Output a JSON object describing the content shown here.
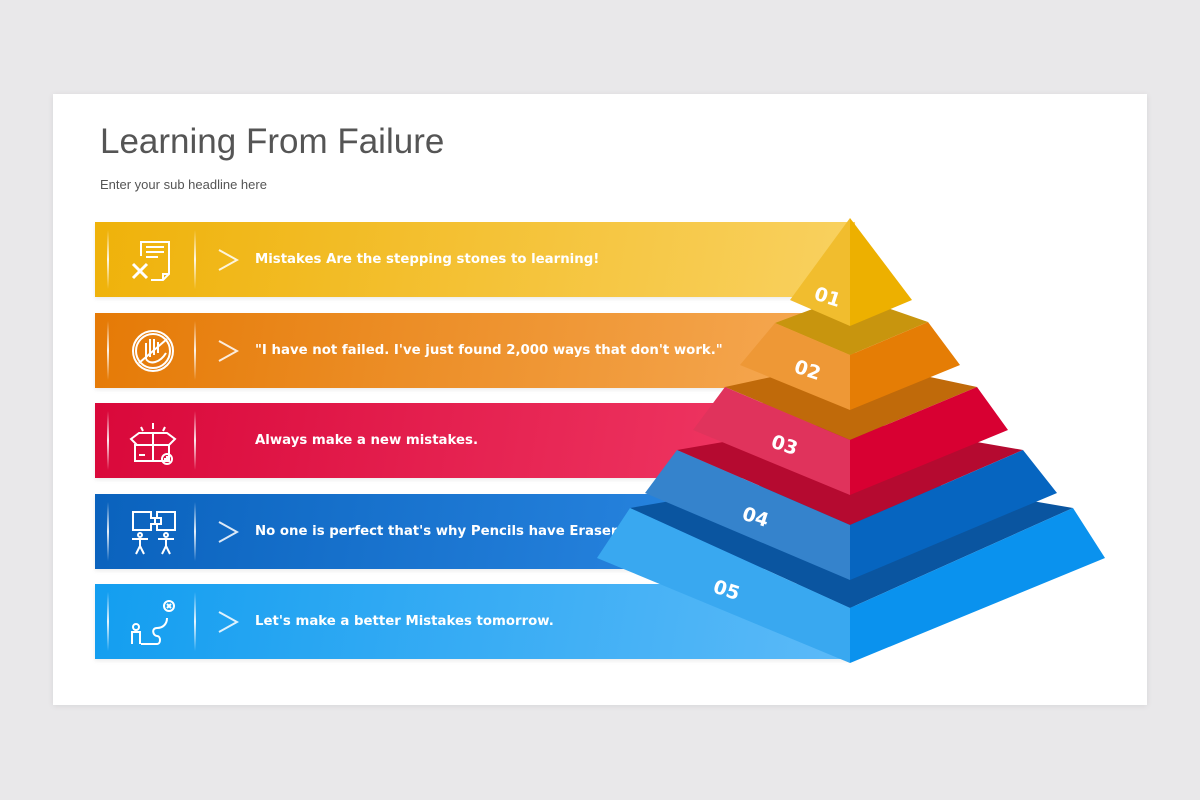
{
  "title": "Learning From Failure",
  "subtitle": "Enter your sub headline here",
  "items": [
    {
      "number": "01",
      "text": "Mistakes Are the stepping stones to learning!",
      "icon": "document-x-icon",
      "color": "#f0b400"
    },
    {
      "number": "02",
      "text": "\"I have not failed. I've just found 2,000 ways that don't work.\"",
      "icon": "no-hand-icon",
      "color": "#e67e0a"
    },
    {
      "number": "03",
      "text": "Always make a new mistakes.",
      "icon": "gift-box-stars-icon",
      "color": "#dc0a3c"
    },
    {
      "number": "04",
      "text": "No one is perfect that's why Pencils have Erasers.",
      "icon": "puzzle-people-icon",
      "color": "#0a64c0"
    },
    {
      "number": "05",
      "text": "Let's make a better Mistakes tomorrow.",
      "icon": "person-path-x-icon",
      "color": "#14a0f0"
    }
  ]
}
